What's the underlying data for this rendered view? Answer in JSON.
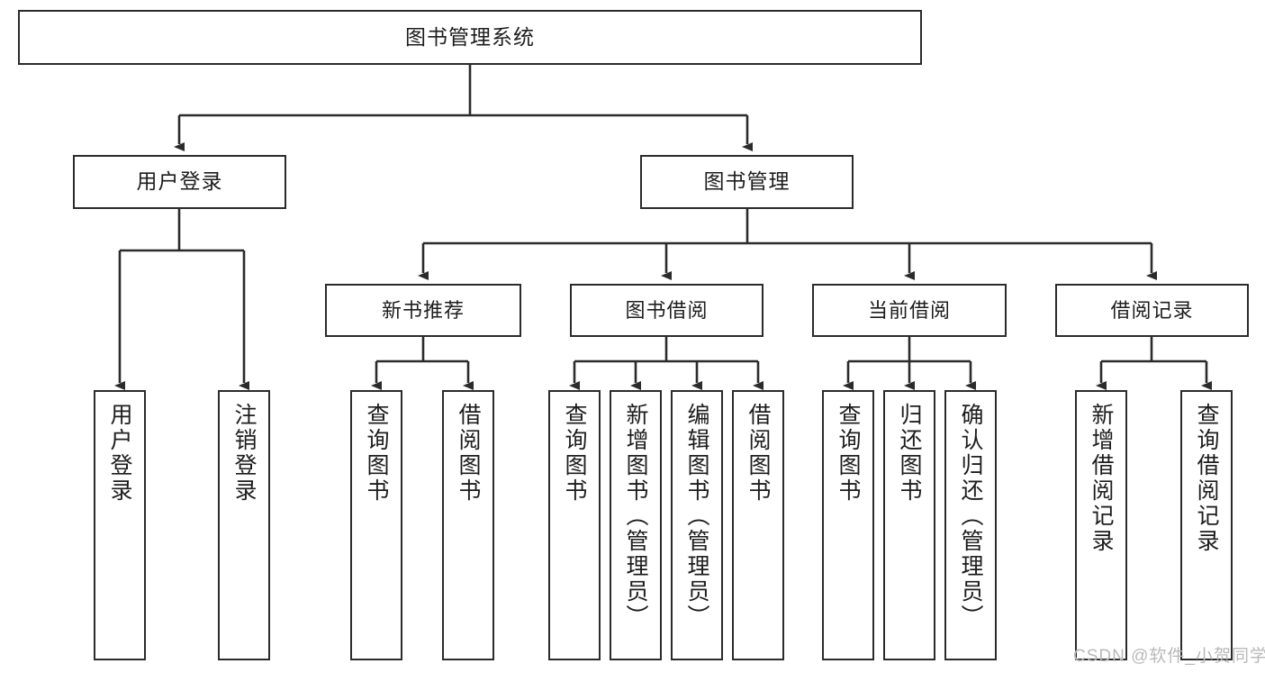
{
  "diagram": {
    "title_box": {
      "label": "图书管理系统"
    },
    "level2": [
      {
        "id": "user-login",
        "label": "用户登录"
      },
      {
        "id": "book-management",
        "label": "图书管理"
      }
    ],
    "level3": [
      {
        "id": "new-book-recommend",
        "label": "新书推荐"
      },
      {
        "id": "book-borrow",
        "label": "图书借阅"
      },
      {
        "id": "current-borrow",
        "label": "当前借阅"
      },
      {
        "id": "borrow-record",
        "label": "借阅记录"
      }
    ],
    "leaves": {
      "user_login": [
        {
          "id": "leaf-user-login",
          "label": "用户登录"
        },
        {
          "id": "leaf-logout-login",
          "label": "注销登录"
        }
      ],
      "new_book_recommend": [
        {
          "id": "leaf-query-book-1",
          "label": "查询图书"
        },
        {
          "id": "leaf-borrow-book-1",
          "label": "借阅图书"
        }
      ],
      "book_borrow": [
        {
          "id": "leaf-query-book-2",
          "label": "查询图书"
        },
        {
          "id": "leaf-add-book",
          "label": "新增图书（管理员）"
        },
        {
          "id": "leaf-edit-book",
          "label": "编辑图书（管理员）"
        },
        {
          "id": "leaf-borrow-book-2",
          "label": "借阅图书"
        }
      ],
      "current_borrow": [
        {
          "id": "leaf-query-book-3",
          "label": "查询图书"
        },
        {
          "id": "leaf-return-book",
          "label": "归还图书"
        },
        {
          "id": "leaf-confirm-return",
          "label": "确认归还（管理员）"
        }
      ],
      "borrow_record": [
        {
          "id": "leaf-add-record",
          "label": "新增借阅记录"
        },
        {
          "id": "leaf-query-record",
          "label": "查询借阅记录"
        }
      ]
    },
    "watermark": {
      "text": "CSDN @软件_小贺同学"
    },
    "colors": {
      "border": "#2b2b2b",
      "background": "#ffffff",
      "text": "#1d1d1d",
      "watermark": "#b9b9b9"
    }
  }
}
